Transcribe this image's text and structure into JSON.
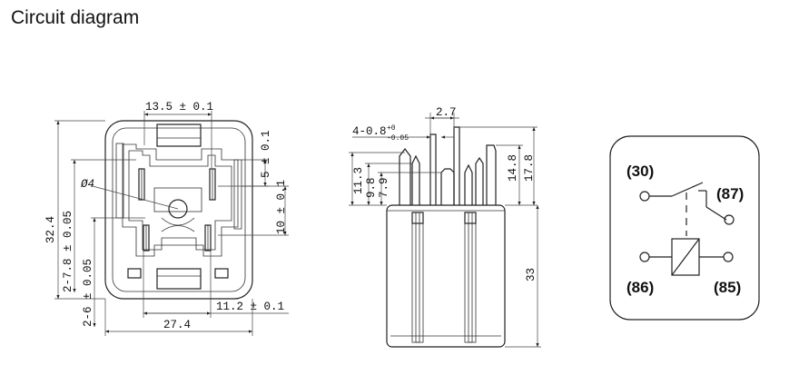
{
  "title": "Circuit diagram",
  "front_view": {
    "width_top": "13.5 ± 0.1",
    "height_total": "32.4",
    "dim_5": "5 ± 0.1",
    "dim_10": "10 ± 0.1",
    "dia": "Ø4",
    "dim_7_8": "2-7.8 ± 0.05",
    "dim_6": "2-6 ± 0.05",
    "dim_11_2": "11.2 ± 0.1",
    "width_bottom": "27.4"
  },
  "side_view": {
    "pin_width": "2.7",
    "pin_thick": "4-0.8",
    "pin_tol_sup": "+0",
    "pin_tol_sub": "-0.05",
    "dim_11_3": "11.3",
    "dim_9_8": "9.8",
    "dim_7_9": "7.9",
    "dim_14_8": "14.8",
    "dim_17_8": "17.8",
    "body_height": "33"
  },
  "schematic": {
    "pin_30": "(30)",
    "pin_87": "(87)",
    "pin_86": "(86)",
    "pin_85": "(85)"
  }
}
